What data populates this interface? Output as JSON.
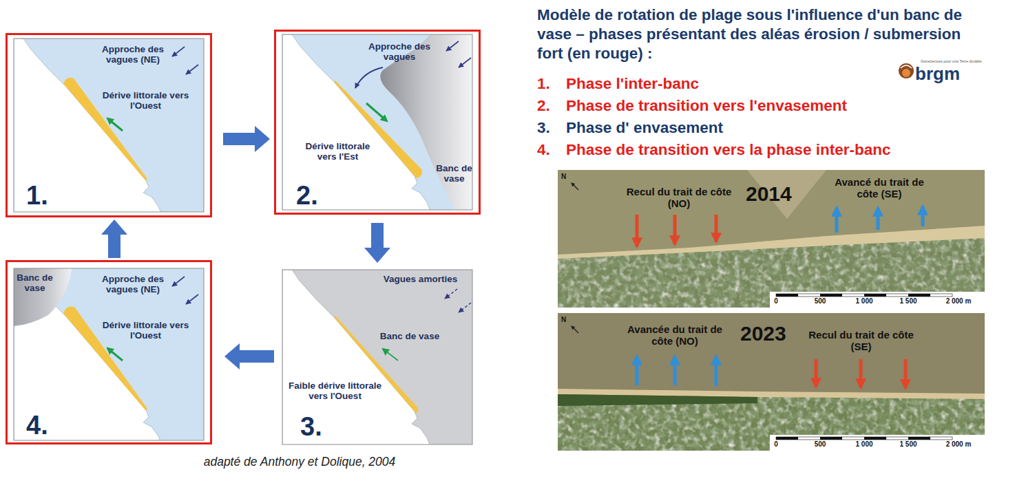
{
  "diagram": {
    "title": "Modèle de rotation de plage sous l'influence d'un banc de vase – phases présentant des aléas érosion / submersion fort (en rouge) :",
    "caption": "adapté de Anthony et Dolique, 2004",
    "nodes": [
      {
        "text": [
          "Approche des vagues (NE)",
          "Dérive littorale vers l'Ouest",
          "1."
        ]
      },
      {
        "text": [
          "Approche des vagues",
          "Dérive littorale vers l'Est",
          "Banc de vase",
          "2."
        ]
      },
      {
        "text": [
          "Banc de vase",
          "Approche des vagues (NE)",
          "Dérive littorale vers l'Ouest",
          "4."
        ]
      },
      {
        "text": [
          "Vagues amorties",
          "Banc de vase",
          "Faible dérive littorale vers l'Ouest",
          "3."
        ]
      },
      {
        "text": [
          "N",
          "Recul du trait de côte (NO)",
          "2014",
          "Avancé du trait de côte (SE)",
          "0",
          "500",
          "1 000",
          "1 500",
          "2 000 m"
        ]
      },
      {
        "text": [
          "N",
          "Avancée du trait de côte (NO)",
          "2023",
          "Recul du trait de côte (SE)",
          "0",
          "500",
          "1 000",
          "1 500",
          "2 000 m"
        ]
      }
    ],
    "edges": [
      {
        "from": 0,
        "to": 1,
        "arrow": "to"
      },
      {
        "from": 1,
        "to": 3,
        "arrow": "to"
      },
      {
        "from": 3,
        "to": 2,
        "arrow": "to"
      },
      {
        "from": 2,
        "to": 0,
        "arrow": "to"
      }
    ],
    "labels": [
      "1.",
      "Phase l'inter-banc",
      "2.",
      "Phase de transition vers l'envasement",
      "3.",
      "Phase d' envasement",
      "4.",
      "Phase de transition vers la phase inter-banc",
      "Géosciences pour une Terre durable",
      "brgm"
    ]
  }
}
